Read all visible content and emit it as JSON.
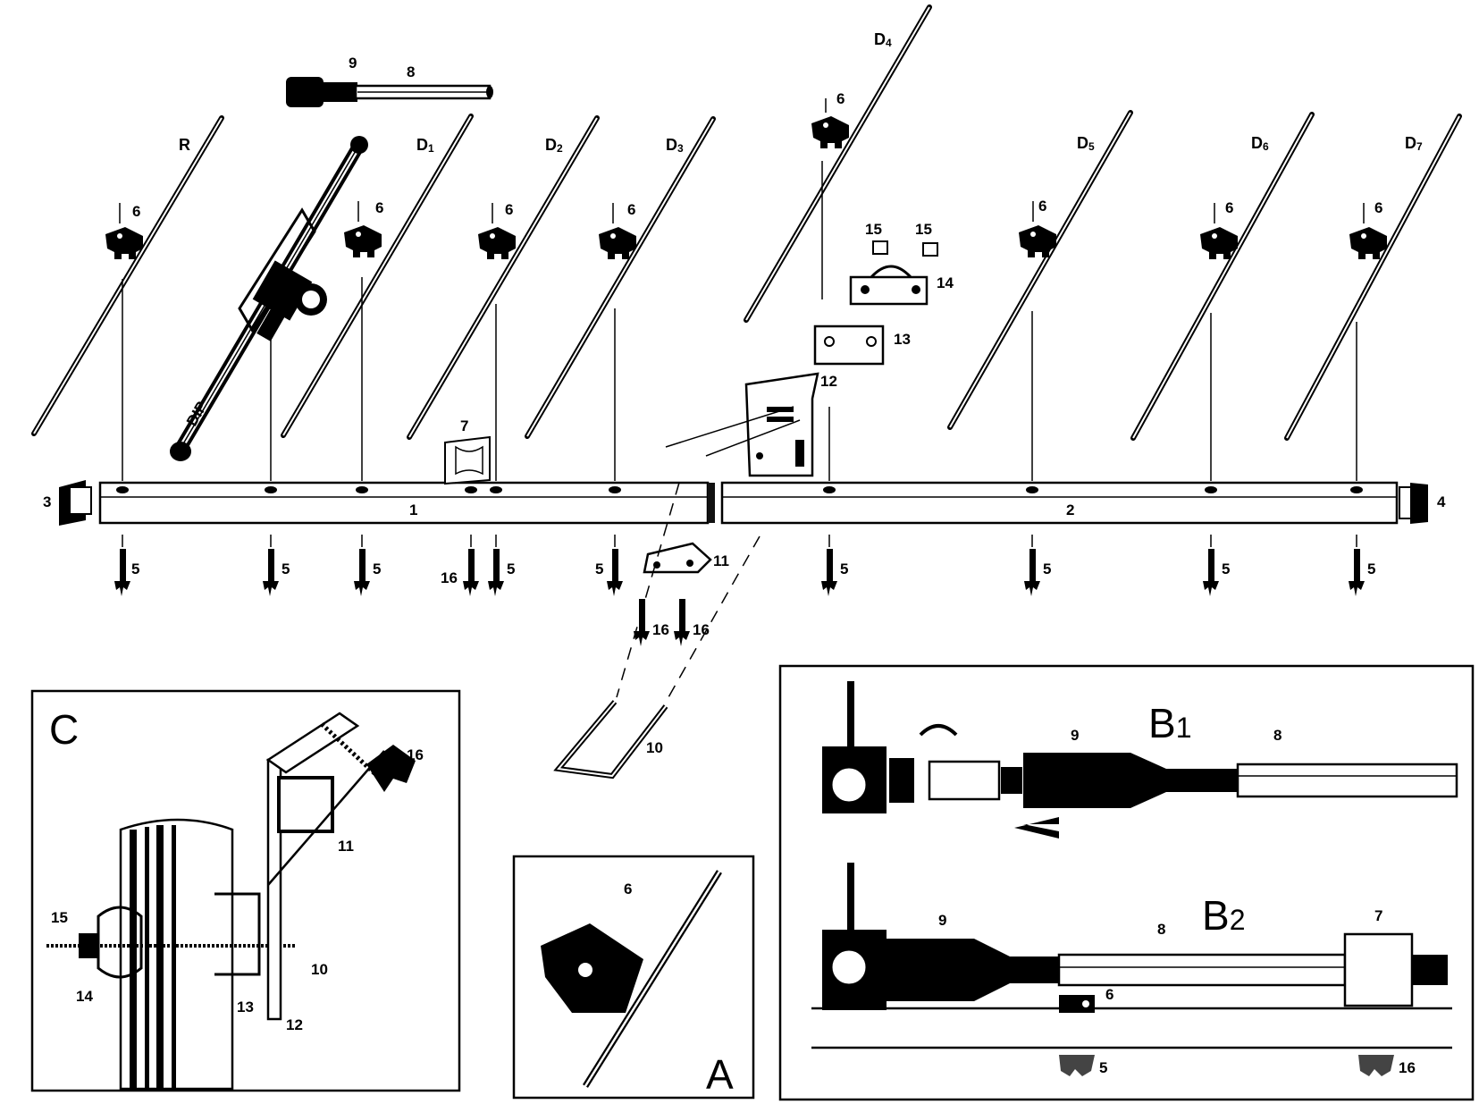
{
  "elements": [
    {
      "main": "R",
      "sub": ""
    },
    {
      "main": "D",
      "sub": "1"
    },
    {
      "main": "D",
      "sub": "2"
    },
    {
      "main": "D",
      "sub": "3"
    },
    {
      "main": "D",
      "sub": "4"
    },
    {
      "main": "D",
      "sub": "5"
    },
    {
      "main": "D",
      "sub": "6"
    },
    {
      "main": "D",
      "sub": "7"
    }
  ],
  "dipole_label": "DIP",
  "boom": {
    "left": "1",
    "right": "2"
  },
  "end_caps": {
    "left": "3",
    "right": "4"
  },
  "parts": {
    "screw": "5",
    "element_clip": "6",
    "boom_clip": "7",
    "cable_tube": "8",
    "connector_sleeve": "9",
    "u_bolt": "10",
    "boom_clamp": "11",
    "mast_bracket": "12",
    "plate": "13",
    "mast_clamp": "14",
    "nut": "15",
    "screw_16": "16"
  },
  "insets": {
    "a": {
      "title": "A",
      "part_labels": [
        "6"
      ]
    },
    "b1": {
      "title": "B",
      "sub": "1",
      "part_labels": [
        "9",
        "8"
      ]
    },
    "b2": {
      "title": "B",
      "sub": "2",
      "part_labels": [
        "9",
        "8",
        "7",
        "6",
        "5",
        "16"
      ]
    },
    "c": {
      "title": "C",
      "part_labels": [
        "16",
        "11",
        "10",
        "15",
        "14",
        "13",
        "12"
      ]
    }
  }
}
